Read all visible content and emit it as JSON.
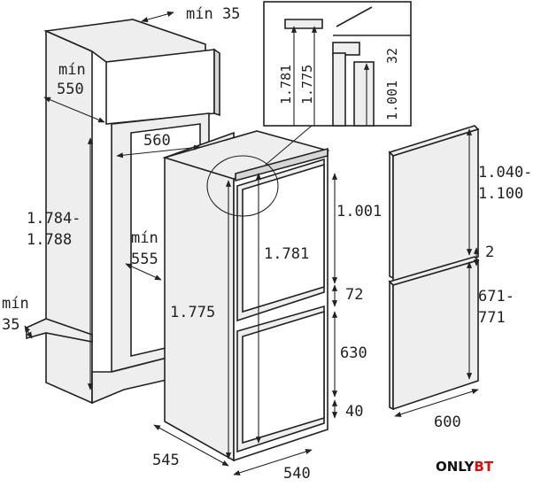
{
  "labels": {
    "min35_top": "mín 35",
    "min550": "mín",
    "min550_val": "550",
    "w560": "560",
    "h1784": "1.784-",
    "h1788": "1.788",
    "min555": "mín",
    "min555_val": "555",
    "min35_left": "mín",
    "min35_left_val": "35",
    "h1775": "1.775",
    "door1781": "1.781",
    "h1001": "1.001",
    "g72": "72",
    "h630": "630",
    "g40": "40",
    "d545": "545",
    "w540": "540",
    "inset1781": "1.781",
    "inset1775": "1.775",
    "inset32": "32",
    "inset1001": "1.001",
    "p1040": "1.040-",
    "p1100": "1.100",
    "p2": "2",
    "p671": "671-",
    "p771": "771",
    "p600": "600"
  },
  "brand": {
    "part1": "ONLY",
    "part2": "BT",
    "color1": "#111111",
    "color2": "#e10a0a"
  }
}
